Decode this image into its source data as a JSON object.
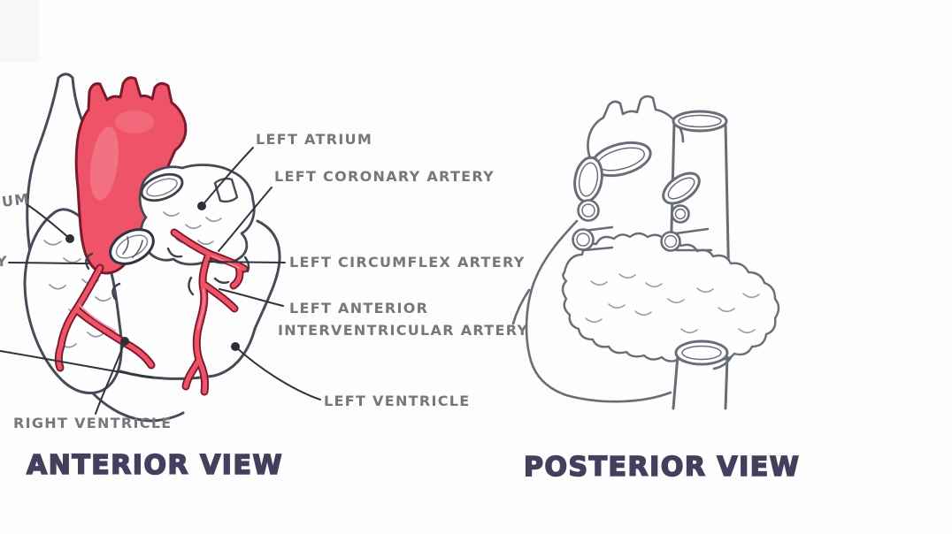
{
  "palette": {
    "sketch_ink": "#474b57",
    "posterior_ink": "#696d78",
    "label_ink": "#75777c",
    "title_ink": "#453f5d",
    "artery_fill": "#ef5368",
    "artery_highlight": "#f78b99",
    "artery_outline": "#7c1a2d"
  },
  "anterior_view": {
    "title": "ANTERIOR VIEW",
    "labels": {
      "left_atrium": "LEFT ATRIUM",
      "left_coronary_artery": "LEFT CORONARY ARTERY",
      "left_circumflex_artery": "LEFT CIRCUMFLEX ARTERY",
      "left_anterior_interventricular_artery_line1": "LEFT ANTERIOR",
      "left_anterior_interventricular_artery_line2": "INTERVENTRICULAR ARTERY",
      "left_ventricle": "LEFT VENTRICLE",
      "right_ventricle": "RIGHT VENTRICLE",
      "cut_off_label_um": "UM",
      "cut_off_label_y": "Y"
    }
  },
  "posterior_view": {
    "title": "POSTERIOR VIEW"
  }
}
